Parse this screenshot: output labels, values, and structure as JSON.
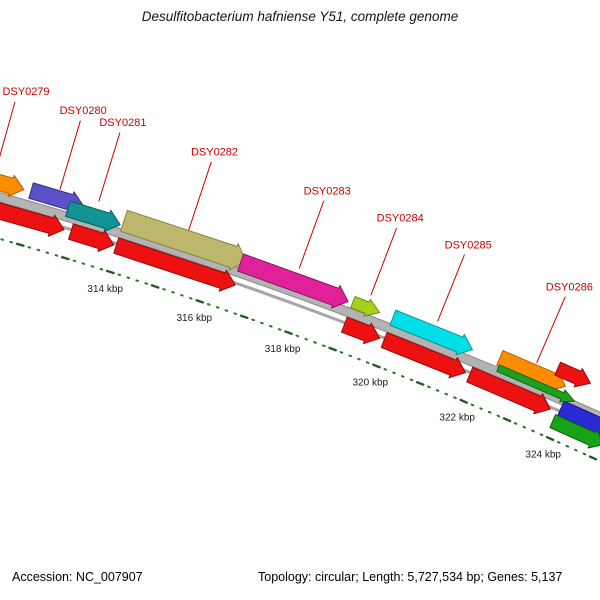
{
  "title": "Desulfitobacterium hafniense Y51, complete genome",
  "status_bar": {
    "accession": "Accession: NC_007907",
    "summary": "Topology: circular; Length: 5,727,534 bp; Genes: 5,137"
  },
  "chart_data": {
    "type": "genome-map",
    "unit": "kbp",
    "visible_range_kbp": [
      310.4,
      325.1
    ],
    "label_color": "#cc0000",
    "backbone_color": "#b3b3b3",
    "backbone_edge_color": "#8d8d8d",
    "inner_ring_color": "#a6a6a6",
    "ruler": {
      "minor_tick_kbp": 0.2,
      "major_tick_kbp": 1,
      "label_every_kbp": 2,
      "tick_color": "#2b742b",
      "major_tick_color": "#225f22",
      "label_color": "#1a1a1a",
      "labels": [
        {
          "value_kbp": 314,
          "text": "314 kbp"
        },
        {
          "value_kbp": 316,
          "text": "316 kbp"
        },
        {
          "value_kbp": 318,
          "text": "318 kbp"
        },
        {
          "value_kbp": 320,
          "text": "320 kbp"
        },
        {
          "value_kbp": 322,
          "text": "322 kbp"
        },
        {
          "value_kbp": 324,
          "text": "324 kbp"
        }
      ]
    },
    "genes": [
      {
        "label": null,
        "start_kbp": 310.4,
        "end_kbp": 312.8,
        "ring": "gene",
        "offset": -13,
        "half_height": 8,
        "direction": 1,
        "color": "#ee1111",
        "outline": "#8f0b0b"
      },
      {
        "label": null,
        "start_kbp": 312.95,
        "end_kbp": 313.9,
        "ring": "gene",
        "offset": -13,
        "half_height": 8,
        "direction": 1,
        "color": "#ee1111",
        "outline": "#8f0b0b"
      },
      {
        "label": null,
        "start_kbp": 313.95,
        "end_kbp": 316.6,
        "ring": "gene",
        "offset": -13,
        "half_height": 8,
        "direction": 1,
        "color": "#ee1111",
        "outline": "#8f0b0b"
      },
      {
        "label": null,
        "start_kbp": 319.05,
        "end_kbp": 319.85,
        "ring": "gene",
        "offset": -13,
        "half_height": 8,
        "direction": 1,
        "color": "#ee1111",
        "outline": "#8f0b0b"
      },
      {
        "label": null,
        "start_kbp": 319.95,
        "end_kbp": 321.8,
        "ring": "gene",
        "offset": -13,
        "half_height": 8,
        "direction": 1,
        "color": "#ee1111",
        "outline": "#8f0b0b"
      },
      {
        "label": null,
        "start_kbp": 321.9,
        "end_kbp": 323.75,
        "ring": "gene",
        "offset": -13,
        "half_height": 8,
        "direction": 1,
        "color": "#ee1111",
        "outline": "#8f0b0b"
      },
      {
        "label": null,
        "start_kbp": 323.95,
        "end_kbp": 325.1,
        "ring": "reverse",
        "offset": -8,
        "half_height": 8,
        "direction": 1,
        "color": "#2a2ad4",
        "outline": "#16167c"
      },
      {
        "label": null,
        "start_kbp": 323.9,
        "end_kbp": 325.1,
        "ring": "reverse",
        "offset": -23,
        "half_height": 7,
        "direction": 1,
        "color": "#16a316",
        "outline": "#0c5e0c"
      },
      {
        "label": "DSY0279",
        "start_kbp": 310.4,
        "end_kbp": 311.75,
        "ring": "cds",
        "offset": 14,
        "half_height": 8,
        "direction": 1,
        "color": "#ff8c00",
        "outline": "#a85f00"
      },
      {
        "label": "DSY0280",
        "start_kbp": 311.9,
        "end_kbp": 313.05,
        "ring": "cds",
        "offset": 15,
        "half_height": 8,
        "direction": 1,
        "color": "#5b51c9",
        "outline": "#37307e"
      },
      {
        "label": "DSY0281",
        "start_kbp": 312.75,
        "end_kbp": 313.9,
        "ring": "cds",
        "offset": 8,
        "half_height": 8,
        "direction": 1,
        "color": "#129494",
        "outline": "#0a5c5c"
      },
      {
        "label": "DSY0282",
        "start_kbp": 313.95,
        "end_kbp": 316.65,
        "ring": "cds",
        "offset": 13,
        "half_height": 11,
        "direction": 1,
        "color": "#bdb76b",
        "outline": "#87804a"
      },
      {
        "label": "DSY0283",
        "start_kbp": 316.55,
        "end_kbp": 318.95,
        "ring": "cds",
        "offset": 10,
        "half_height": 9,
        "direction": 1,
        "color": "#e0219a",
        "outline": "#8d1260"
      },
      {
        "label": "DSY0284",
        "start_kbp": 319.05,
        "end_kbp": 319.65,
        "ring": "cds",
        "offset": 11,
        "half_height": 6,
        "direction": 1,
        "color": "#a8cf1e",
        "outline": "#6d8a11"
      },
      {
        "label": "DSY0285",
        "start_kbp": 319.95,
        "end_kbp": 321.75,
        "ring": "cds",
        "offset": 11,
        "half_height": 8,
        "direction": 1,
        "color": "#00dfe8",
        "outline": "#00939b"
      },
      {
        "label": "DSY0286",
        "start_kbp": 322.35,
        "end_kbp": 323.85,
        "ring": "cds",
        "offset": 14,
        "half_height": 8,
        "direction": 1,
        "color": "#ff8c00",
        "outline": "#a85f00"
      },
      {
        "label": null,
        "start_kbp": 322.4,
        "end_kbp": 324.15,
        "ring": "feature",
        "offset": 4,
        "half_height": 3.5,
        "direction": 1,
        "color": "#1ba11b",
        "outline": "#116611"
      },
      {
        "label": null,
        "start_kbp": 323.55,
        "end_kbp": 324.3,
        "ring": "cds",
        "offset": 27,
        "half_height": 7,
        "direction": 1,
        "color": "#ee1111",
        "outline": "#8f0b0b"
      }
    ]
  }
}
